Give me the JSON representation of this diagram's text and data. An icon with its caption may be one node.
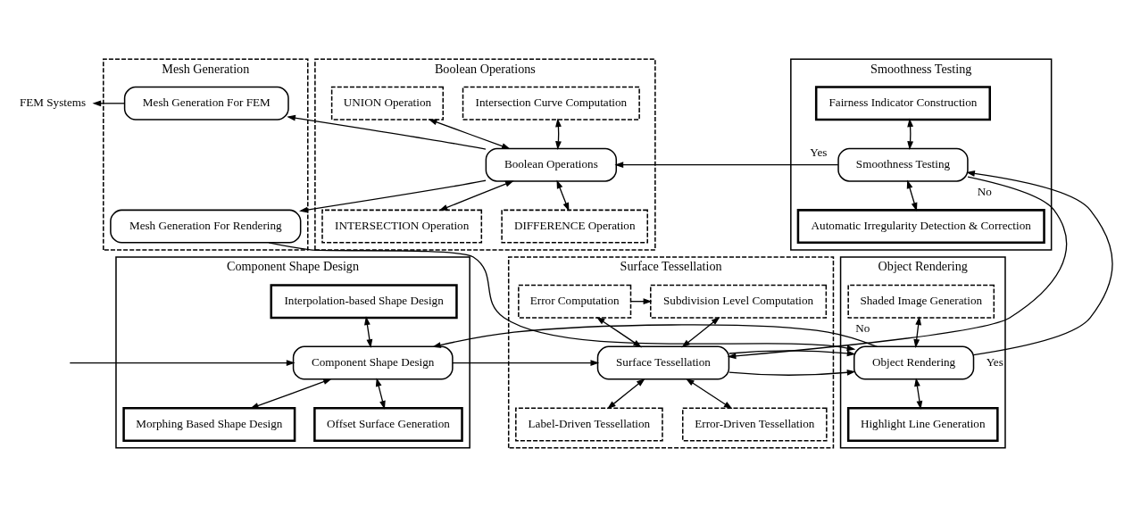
{
  "diagram": {
    "nodes": [
      {
        "text": [
          "Mesh Generation"
        ]
      },
      {
        "text": [
          "Mesh Generation For FEM"
        ],
        "in": 0
      },
      {
        "text": [
          "Mesh Generation For Rendering"
        ],
        "in": 0
      },
      {
        "text": [
          "Boolean Operations"
        ]
      },
      {
        "text": [
          "Intersection Curve Computation"
        ],
        "in": 3
      },
      {
        "text": [
          "UNION Operation"
        ],
        "in": 3
      },
      {
        "text": [
          "Boolean Operations"
        ],
        "in": 3
      },
      {
        "text": [
          "INTERSECTION Operation"
        ],
        "in": 3
      },
      {
        "text": [
          "DIFFERENCE Operation"
        ],
        "in": 3
      },
      {
        "text": [
          "Smoothness Testing"
        ]
      },
      {
        "text": [
          "Fairness Indicator Construction"
        ],
        "in": 9
      },
      {
        "text": [
          "Smoothness Testing"
        ],
        "in": 9
      },
      {
        "text": [
          "Automatic Irregularity Detection & Correction"
        ],
        "in": 9
      },
      {
        "text": [
          "Component Shape Design"
        ]
      },
      {
        "text": [
          "Interpolation-based Shape Design"
        ],
        "in": 13
      },
      {
        "text": [
          "Component Shape Design"
        ],
        "in": 13
      },
      {
        "text": [
          "Morphing Based Shape Design"
        ],
        "in": 13
      },
      {
        "text": [
          "Offset Surface Generation"
        ],
        "in": 13
      },
      {
        "text": [
          "Surface Tessellation"
        ]
      },
      {
        "text": [
          "Error Computation"
        ],
        "in": 18
      },
      {
        "text": [
          "Subdivision Level Computation"
        ],
        "in": 18
      },
      {
        "text": [
          "Surface Tessellation"
        ],
        "in": 18
      },
      {
        "text": [
          "Label-Driven Tessellation"
        ],
        "in": 18
      },
      {
        "text": [
          "Error-Driven Tessellation"
        ],
        "in": 18
      },
      {
        "text": [
          "Object Rendering"
        ]
      },
      {
        "text": [
          "Shaded Image Generation"
        ],
        "in": 24
      },
      {
        "text": [
          "Object Rendering"
        ],
        "in": 24
      },
      {
        "text": [
          "Highlight Line Generation"
        ],
        "in": 24
      },
      {
        "text": [
          "FEM Systems"
        ]
      }
    ],
    "edges": [
      {
        "from": 1,
        "to": 28,
        "arrow": "to"
      },
      {
        "from": 6,
        "to": 1,
        "arrow": "to"
      },
      {
        "from": 6,
        "to": 2,
        "arrow": "to"
      },
      {
        "from": 4,
        "to": 6,
        "arrow": "both"
      },
      {
        "from": 5,
        "to": 6,
        "arrow": "both"
      },
      {
        "from": 6,
        "to": 7,
        "arrow": "both"
      },
      {
        "from": 6,
        "to": 8,
        "arrow": "both"
      },
      {
        "from": 11,
        "to": 6,
        "arrow": "to",
        "label": "Yes"
      },
      {
        "from": 10,
        "to": 11,
        "arrow": "both"
      },
      {
        "from": 11,
        "to": 12,
        "arrow": "both"
      },
      {
        "from": 11,
        "to": 21,
        "arrow": "to",
        "label": "No"
      },
      {
        "from": 2,
        "to": 26,
        "arrow": "to"
      },
      {
        "from": null,
        "to": 15,
        "arrow": "to"
      },
      {
        "from": 14,
        "to": 15,
        "arrow": "both"
      },
      {
        "from": 15,
        "to": 16,
        "arrow": "both"
      },
      {
        "from": 15,
        "to": 17,
        "arrow": "both"
      },
      {
        "from": 15,
        "to": 21,
        "arrow": "to"
      },
      {
        "from": 19,
        "to": 20,
        "arrow": "to"
      },
      {
        "from": 19,
        "to": 21,
        "arrow": "both"
      },
      {
        "from": 20,
        "to": 21,
        "arrow": "both"
      },
      {
        "from": 21,
        "to": 22,
        "arrow": "both"
      },
      {
        "from": 21,
        "to": 23,
        "arrow": "both"
      },
      {
        "from": 21,
        "to": 26,
        "arrow": "to"
      },
      {
        "from": 25,
        "to": 26,
        "arrow": "both"
      },
      {
        "from": 26,
        "to": 27,
        "arrow": "both"
      },
      {
        "from": 26,
        "to": 11,
        "arrow": "to",
        "label": "Yes"
      },
      {
        "from": 26,
        "to": 15,
        "arrow": "to",
        "label": "No"
      }
    ]
  }
}
